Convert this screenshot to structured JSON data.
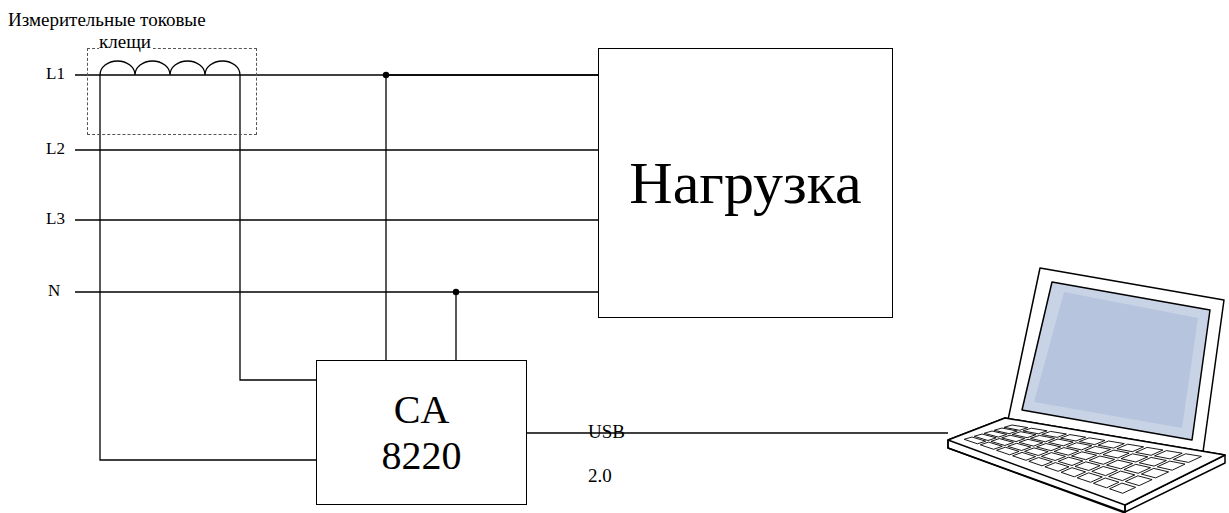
{
  "diagram": {
    "nodes": [
      {
        "text": [
          "Измерительные токовые клещи"
        ]
      },
      {
        "text": [
          "Нагрузка"
        ]
      },
      {
        "text": [
          "CA 8220"
        ]
      }
    ],
    "edges": [
      {
        "from": 0,
        "to": 1,
        "arrow": "none"
      },
      {
        "from": 0,
        "to": 2,
        "arrow": "none"
      },
      {
        "from": 0,
        "to": 2,
        "arrow": "none"
      },
      {
        "from": 2,
        "to": 1,
        "arrow": "none"
      },
      {
        "from": 2,
        "to": 1,
        "arrow": "none"
      }
    ],
    "labels": [
      "L1",
      "L2",
      "L3",
      "N",
      "USB 2.0"
    ]
  }
}
